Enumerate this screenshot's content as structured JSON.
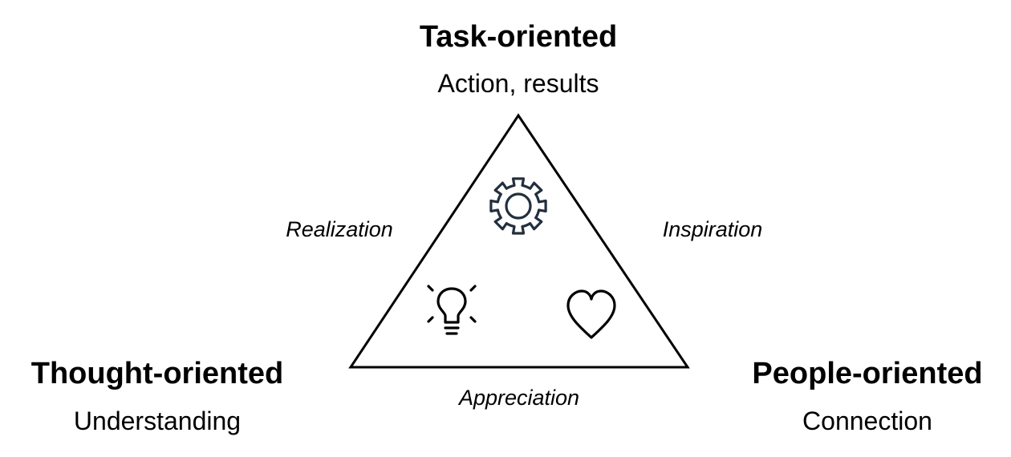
{
  "vertices": {
    "top": {
      "title": "Task-oriented",
      "subtitle": "Action, results",
      "icon": "gear-icon"
    },
    "left": {
      "title": "Thought-oriented",
      "subtitle": "Understanding",
      "icon": "lightbulb-icon"
    },
    "right": {
      "title": "People-oriented",
      "subtitle": "Connection",
      "icon": "heart-icon"
    }
  },
  "edges": {
    "left": "Realization",
    "right": "Inspiration",
    "bottom": "Appreciation"
  },
  "colors": {
    "stroke": "#000000",
    "icon": "#232f3e"
  }
}
